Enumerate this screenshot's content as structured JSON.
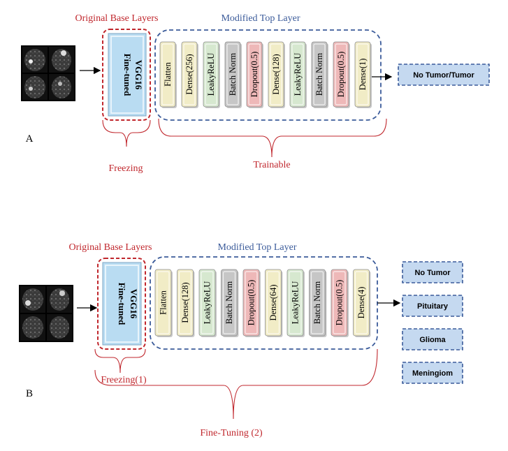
{
  "colors": {
    "red": "#c0272d",
    "blue": "#3b5b9a",
    "vgg_fill": "#b9dcf2",
    "output_fill": "#c5d9f0",
    "layer_fills": {
      "cream": "#f1ecc6",
      "green": "#d6e8cf",
      "gray": "#c6c6c6",
      "pink": "#eeb8b8"
    }
  },
  "panel_a": {
    "letter": "A",
    "base_title": "Original Base Layers",
    "top_title": "Modified Top Layer",
    "vgg_label_1": "Fine-tuned",
    "vgg_label_2": "VGG16",
    "freeze_label": "Freezing",
    "train_label": "Trainable",
    "layers": [
      {
        "label": "Flatten",
        "color": "cream"
      },
      {
        "label": "Dense(256)",
        "color": "cream"
      },
      {
        "label": "LeakyReLU",
        "color": "green"
      },
      {
        "label": "Batch Norm",
        "color": "gray"
      },
      {
        "label": "Dropout(0.5)",
        "color": "pink"
      },
      {
        "label": "Dense(128)",
        "color": "cream"
      },
      {
        "label": "LeakyReLU",
        "color": "green"
      },
      {
        "label": "Batch Norm",
        "color": "gray"
      },
      {
        "label": "Dropout(0.5)",
        "color": "pink"
      },
      {
        "label": "Dense(1)",
        "color": "cream"
      }
    ],
    "outputs": [
      "No Tumor/Tumor"
    ]
  },
  "panel_b": {
    "letter": "B",
    "base_title": "Original Base Layers",
    "top_title": "Modified Top Layer",
    "vgg_label_1": "Fine-tuned",
    "vgg_label_2": "VGG16",
    "freeze_label": "Freezing(1)",
    "finetune_label": "Fine-Tuning (2)",
    "layers": [
      {
        "label": "Flatten",
        "color": "cream"
      },
      {
        "label": "Dense(128)",
        "color": "cream"
      },
      {
        "label": "LeakyReLU",
        "color": "green"
      },
      {
        "label": "Batch Norm",
        "color": "gray"
      },
      {
        "label": "Dropout(0.5)",
        "color": "pink"
      },
      {
        "label": "Dense(64)",
        "color": "cream"
      },
      {
        "label": "LeakyReLU",
        "color": "green"
      },
      {
        "label": "Batch Norm",
        "color": "gray"
      },
      {
        "label": "Dropout(0.5)",
        "color": "pink"
      },
      {
        "label": "Dense(4)",
        "color": "cream"
      }
    ],
    "outputs": [
      "No Tumor",
      "Pituitary",
      "Glioma",
      "Meningiom"
    ]
  }
}
